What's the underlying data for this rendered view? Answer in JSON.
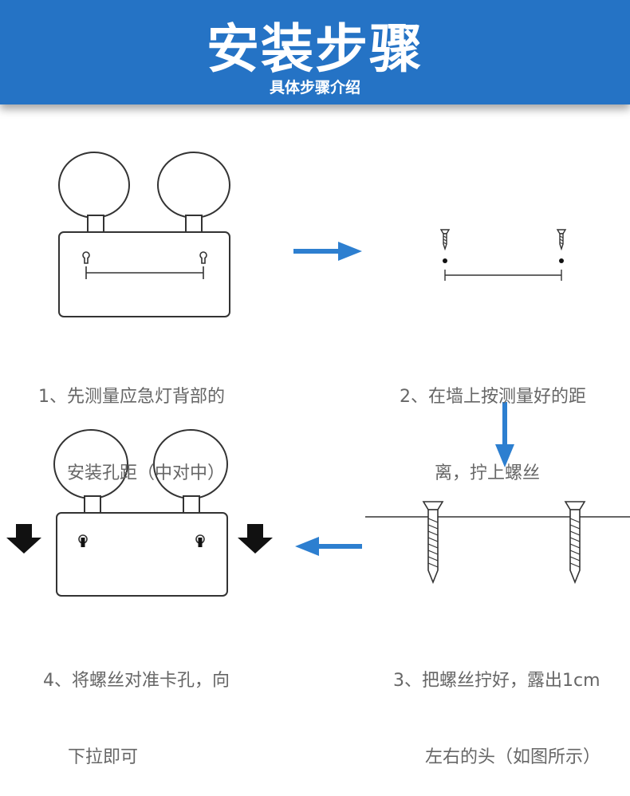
{
  "header": {
    "title": "安装步骤",
    "subtitle": "具体步骤介绍",
    "background_color": "#2573c5"
  },
  "steps": [
    {
      "line1": "1、先测量应急灯背部的",
      "line2": "安装孔距（中对中）"
    },
    {
      "line1": "2、在墙上按测量好的距",
      "line2": "离，拧上螺丝"
    },
    {
      "line1": "3、把螺丝拧好，露出1cm",
      "line2": "左右的头（如图所示）"
    },
    {
      "line1": "4、将螺丝对准卡孔，向",
      "line2": "下拉即可"
    }
  ],
  "arrow_color": "#2d7fd0",
  "icons": [
    "arrow-right-icon",
    "arrow-down-icon",
    "arrow-left-icon",
    "black-down-arrow-icon",
    "screw-icon",
    "keyhole-icon"
  ]
}
